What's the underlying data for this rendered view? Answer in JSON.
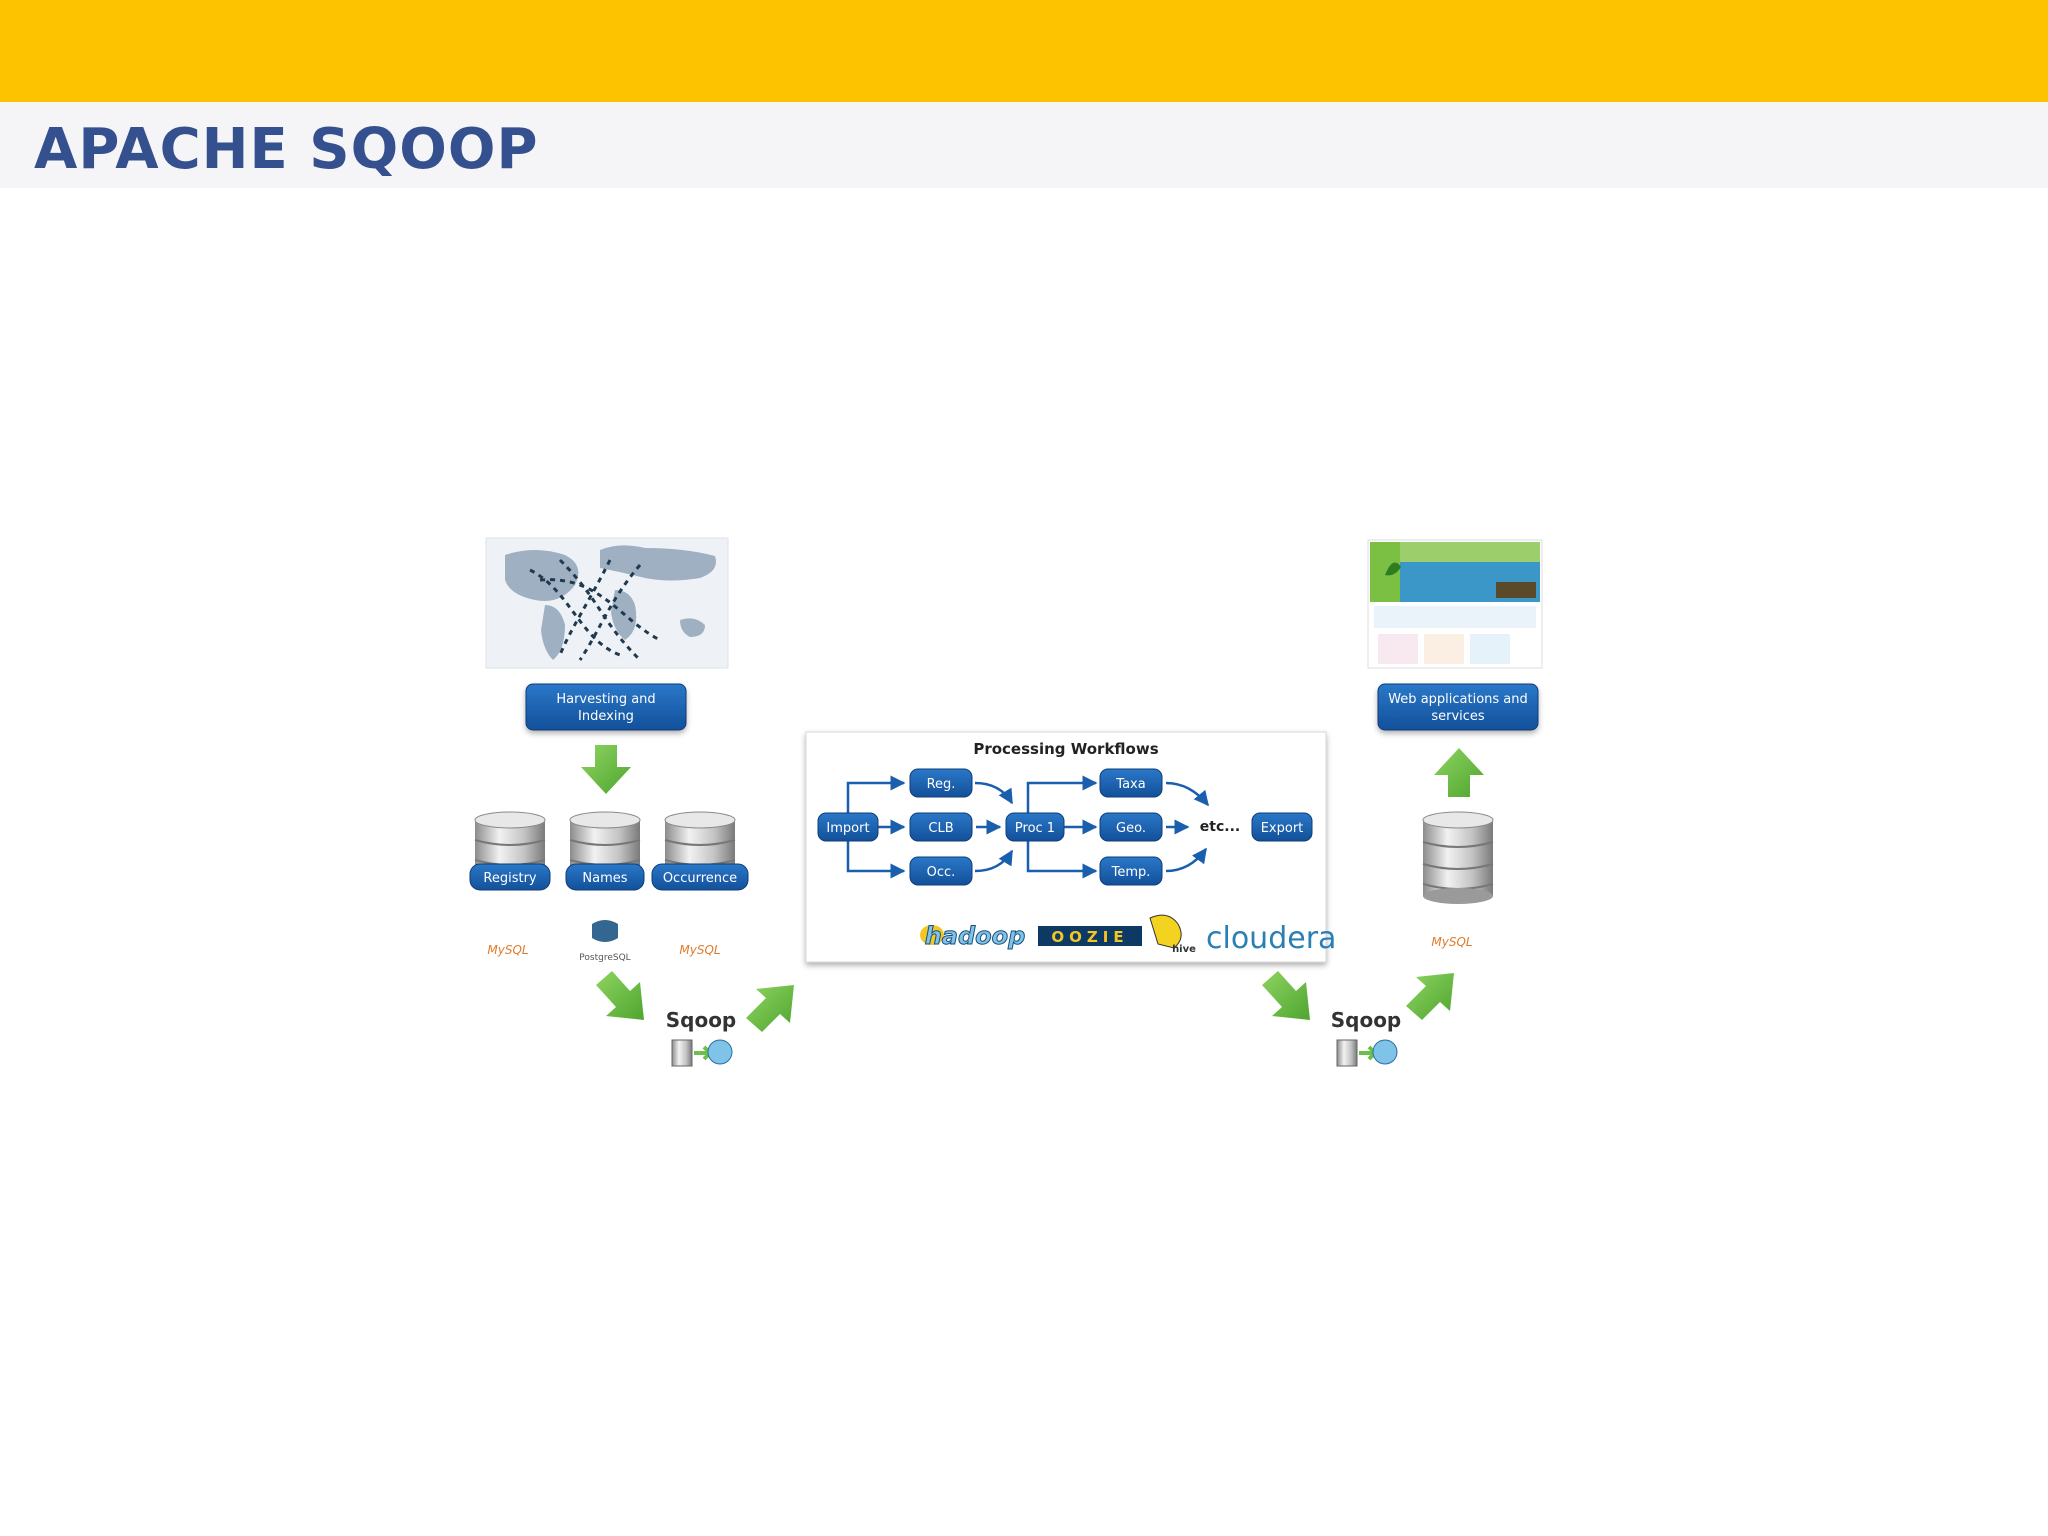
{
  "slide": {
    "title": "APACHE SQOOP"
  },
  "diagram": {
    "harvesting_label_1": "Harvesting and",
    "harvesting_label_2": "Indexing",
    "webapps_label_1": "Web applications and",
    "webapps_label_2": "services",
    "databases": [
      "Registry",
      "Names",
      "Occurrence"
    ],
    "db_brands": [
      "MySQL",
      "PostgreSQL",
      "MySQL"
    ],
    "output_db_brand": "MySQL",
    "sqoop_label": "Sqoop",
    "workflow": {
      "title": "Processing Workflows",
      "nodes": {
        "import": "Import",
        "reg": "Reg.",
        "clb": "CLB",
        "occ": "Occ.",
        "proc1": "Proc 1",
        "taxa": "Taxa",
        "geo": "Geo.",
        "temp": "Temp.",
        "etc": "etc...",
        "export": "Export"
      },
      "logos": [
        "hadoop",
        "OOZIE",
        "hive",
        "cloudera"
      ]
    },
    "colors": {
      "box": "#1a5fae",
      "box_text": "#ffffff",
      "arrow": "#6cc04a",
      "title": "#34508e",
      "bar": "#fdc300"
    }
  }
}
